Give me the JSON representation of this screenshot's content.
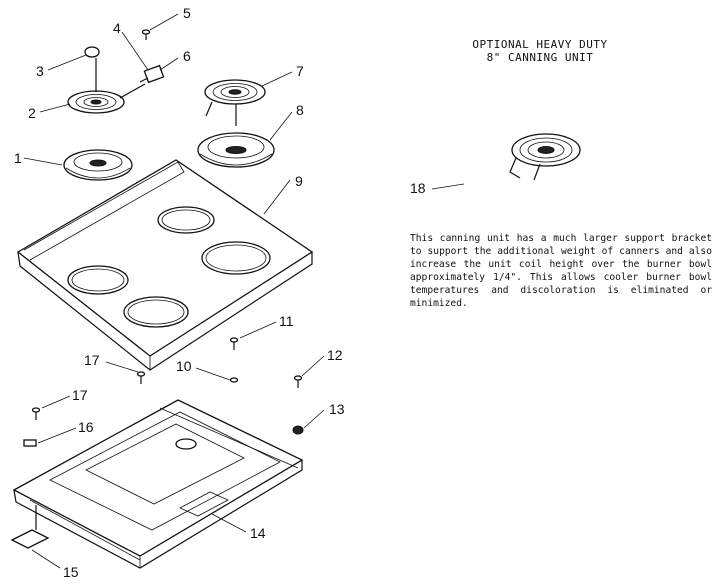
{
  "title": {
    "line1": "OPTIONAL HEAVY DUTY",
    "line2": "8\" CANNING UNIT"
  },
  "description": "This canning unit has a much larger support bracket to support the additional weight of canners and also increase the  unit coil height over the burner bowl approximately 1/4\".  This allows cooler burner bowl temperatures and discoloration is eliminated or minimized.",
  "callouts": {
    "c1": "1",
    "c2": "2",
    "c3": "3",
    "c4": "4",
    "c5": "5",
    "c6": "6",
    "c7": "7",
    "c8": "8",
    "c9": "9",
    "c10": "10",
    "c11": "11",
    "c12": "12",
    "c13": "13",
    "c14": "14",
    "c15": "15",
    "c16": "16",
    "c17a": "17",
    "c17b": "17",
    "c18": "18"
  }
}
